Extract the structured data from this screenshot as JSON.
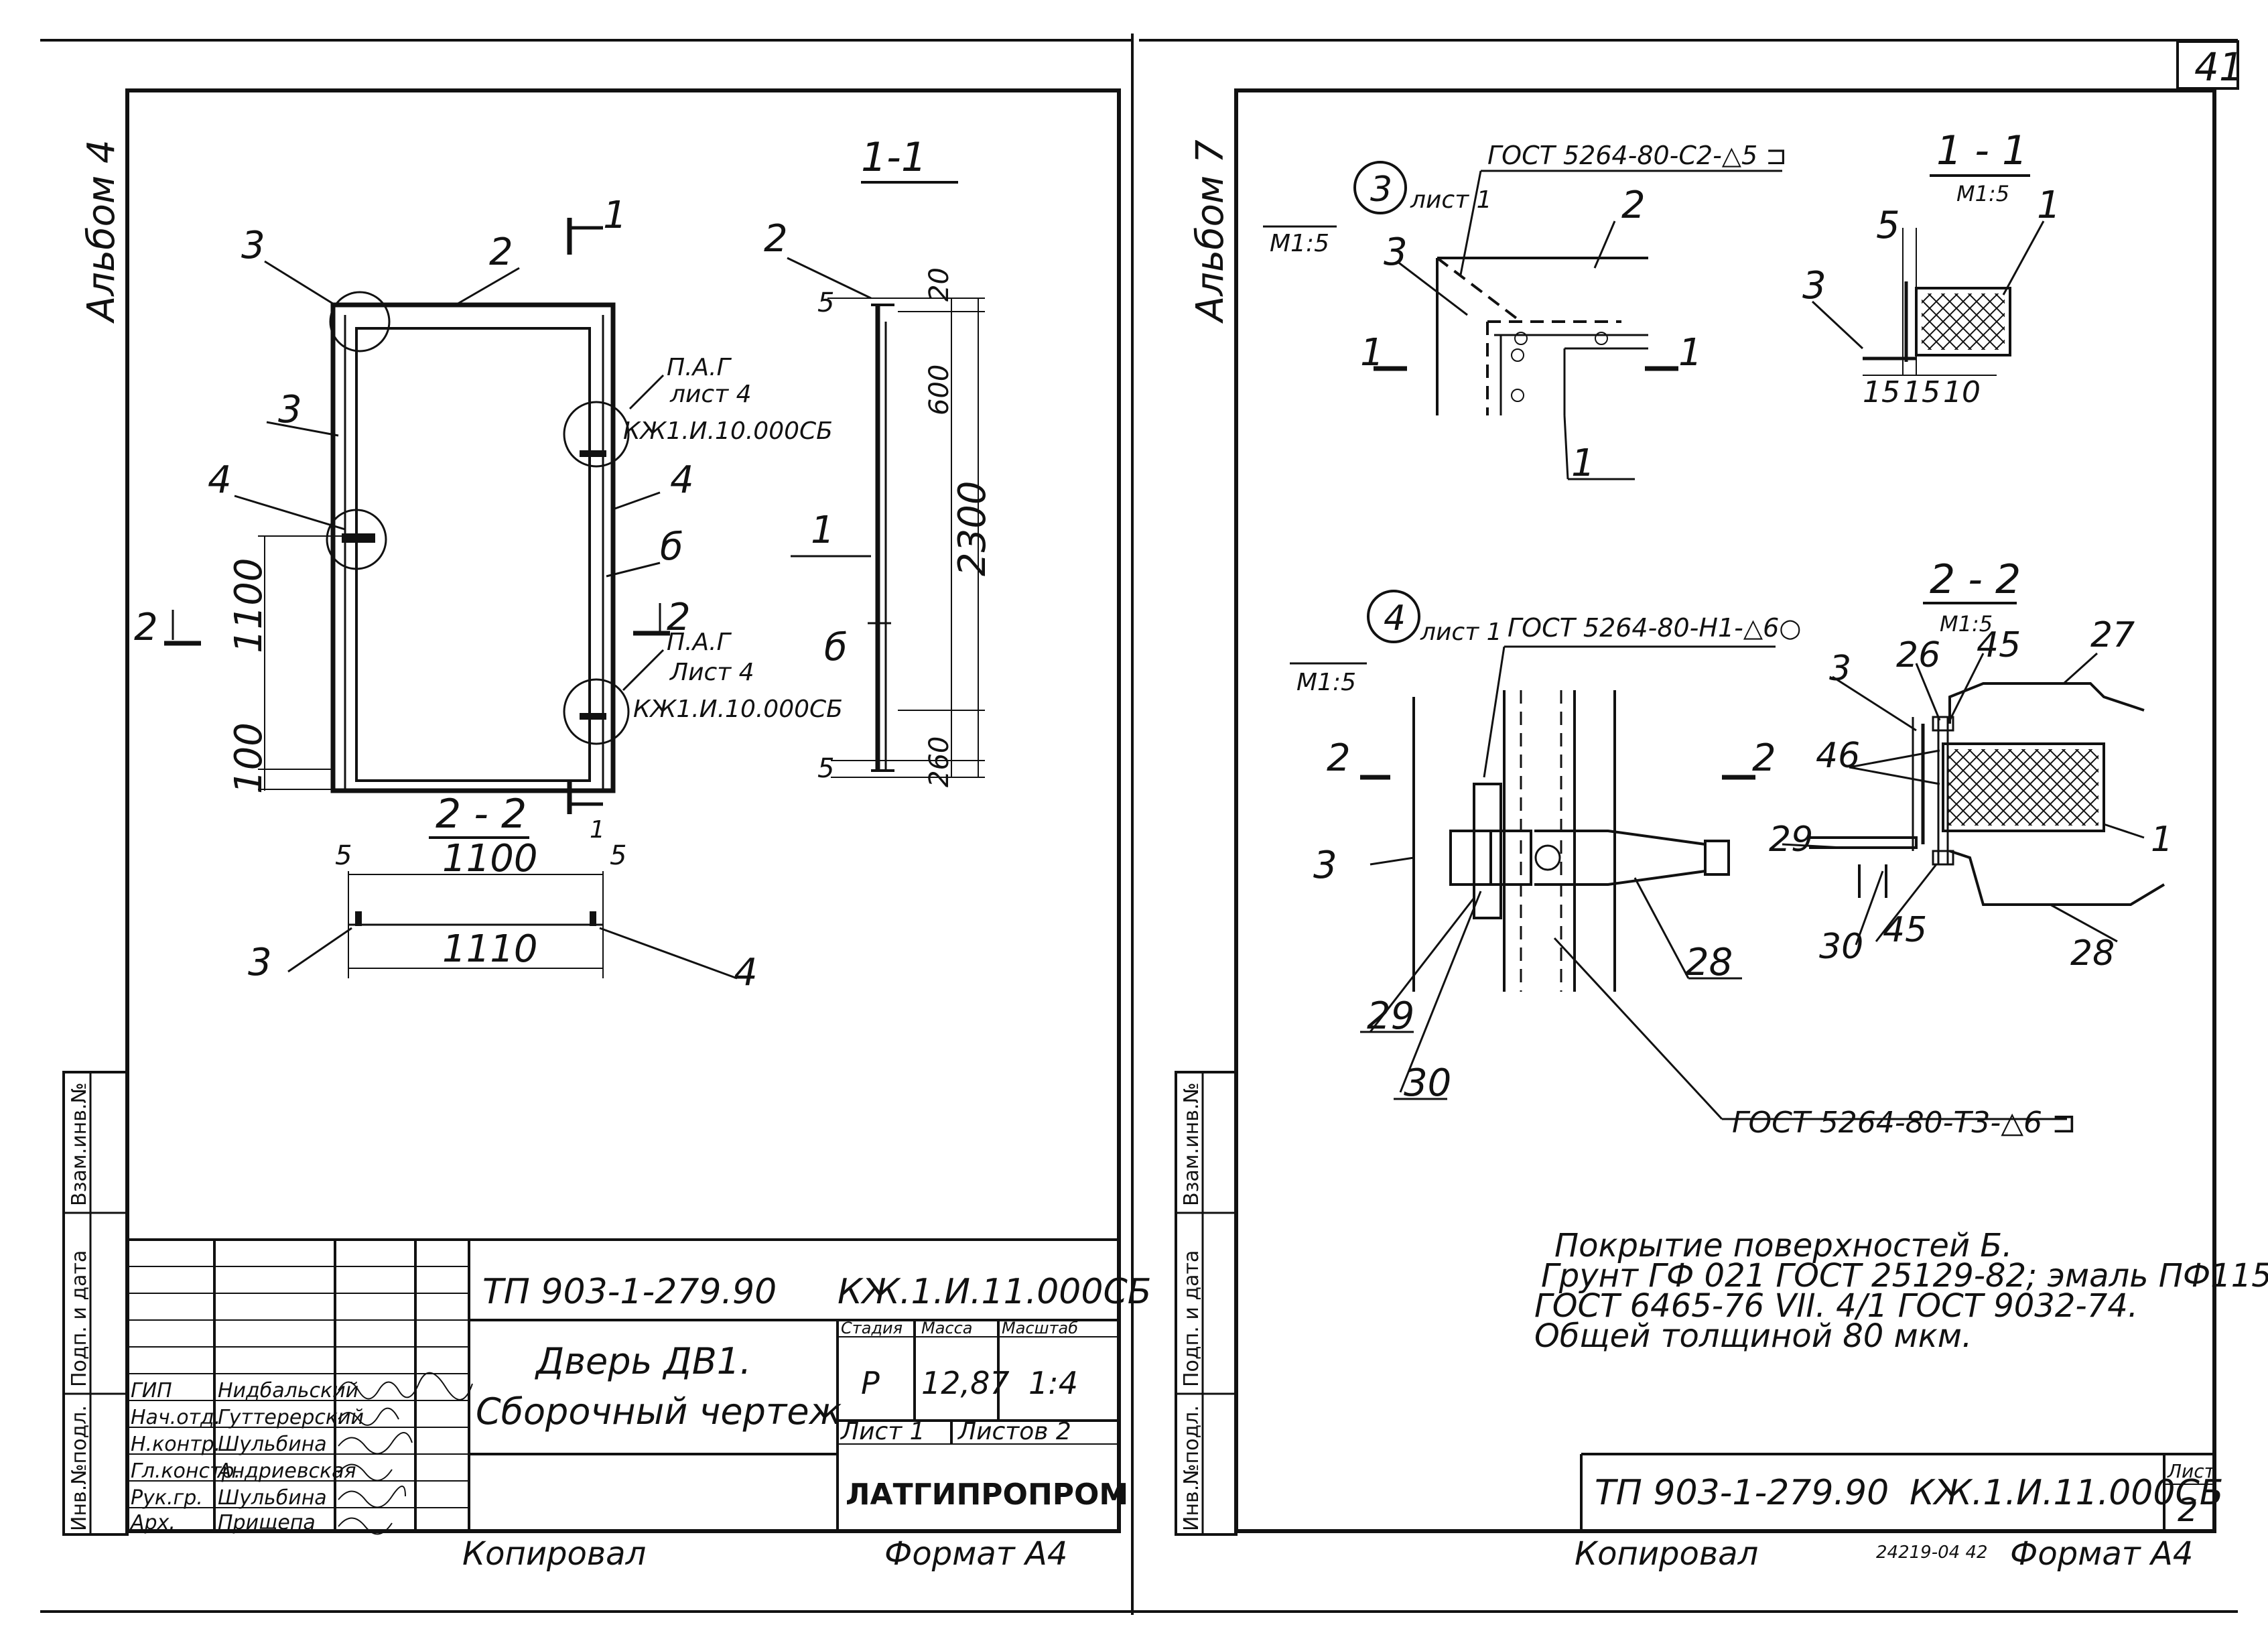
{
  "sheet_number": "41",
  "left": {
    "album": "Альбом 4",
    "section_1_1": "1-1",
    "section_2_2": "2 - 2",
    "labels": {
      "n1": "1",
      "n2": "2",
      "n3": "3",
      "n4": "4",
      "n5": "5",
      "n6": "б"
    },
    "dims": {
      "d100": "100",
      "d1100": "1100",
      "d5": "5",
      "d20": "20",
      "d600": "600",
      "d2300": "2300",
      "d260": "260",
      "d1100w": "1100",
      "d1110": "1110"
    },
    "ref_top": {
      "l1": "П.А.Г",
      "l2": "лист 4",
      "l3": "КЖ1.И.10.000СБ"
    },
    "ref_bottom": {
      "l1": "П.А.Г",
      "l2": "Лист 4",
      "l3": "КЖ1.И.10.000СБ"
    },
    "stamp": {
      "side_cols": [
        "Инв.№подл.",
        "Подп. и дата",
        "Взам.инв.№"
      ],
      "code": "ТП 903-1-279.90",
      "drawing_code": "КЖ.1.И.11.000СБ",
      "title_line1": "Дверь ДВ1.",
      "title_line2": "Сборочный чертеж",
      "col_stage": "Стадия",
      "col_mass": "Масса",
      "col_scale": "Масштаб",
      "stage": "Р",
      "mass": "12,87",
      "scale": "1:4",
      "sheet": "Лист 1",
      "sheets": "Листов 2",
      "org": "ЛАТГИПРОПРОМ",
      "roles": [
        "ГИП",
        "Нач.отд.",
        "Н.контр.",
        "Гл.констр.",
        "Рук.гр.",
        "Арх."
      ],
      "names": [
        "Нидбальский",
        "Гуттерерский",
        "Шульбина",
        "Андриевская",
        "Шульбина",
        "Прищепа"
      ]
    },
    "copied": "Копировал",
    "format": "Формат А4"
  },
  "right": {
    "album": "Альбом 7",
    "node3": {
      "num": "3",
      "sheet": "лист 1",
      "scale": "М1:5",
      "weld": "ГОСТ 5264-80-С2-△5 ⊐"
    },
    "node4": {
      "num": "4",
      "sheet": "лист 1",
      "scale": "М1:5",
      "weld": "ГОСТ 5264-80-Н1-△6○"
    },
    "weld_bottom": "ГОСТ 5264-80-Т3-△6 ⊐",
    "sec11": {
      "title": "1 - 1",
      "scale": "М1:5"
    },
    "sec22": {
      "title": "2 - 2",
      "scale": "М1:5"
    },
    "labels": {
      "n1": "1",
      "n2": "2",
      "n3": "3",
      "n5": "5",
      "n15a": "15",
      "n15b": "15",
      "n10": "10",
      "n26": "26",
      "n27": "27",
      "n28": "28",
      "n29": "29",
      "n30": "30",
      "n45": "45",
      "n46": "46"
    },
    "notes": [
      "Покрытие поверхностей Б.",
      "Грунт ГФ 021 ГОСТ 25129-82; эмаль ПФ115",
      "ГОСТ 6465-76 VII. 4/1 ГОСТ 9032-74.",
      "Общей толщиной 80 мкм."
    ],
    "stamp": {
      "code": "ТП 903-1-279.90",
      "drawing_code": "КЖ.1.И.11.000СБ",
      "sheet_label": "Лист",
      "sheet": "2"
    },
    "side_cols": [
      "Инв.№подл.",
      "Подп. и дата",
      "Взам.инв.№"
    ],
    "copied": "Копировал",
    "order": "24219-04 42",
    "format": "Формат А4"
  }
}
